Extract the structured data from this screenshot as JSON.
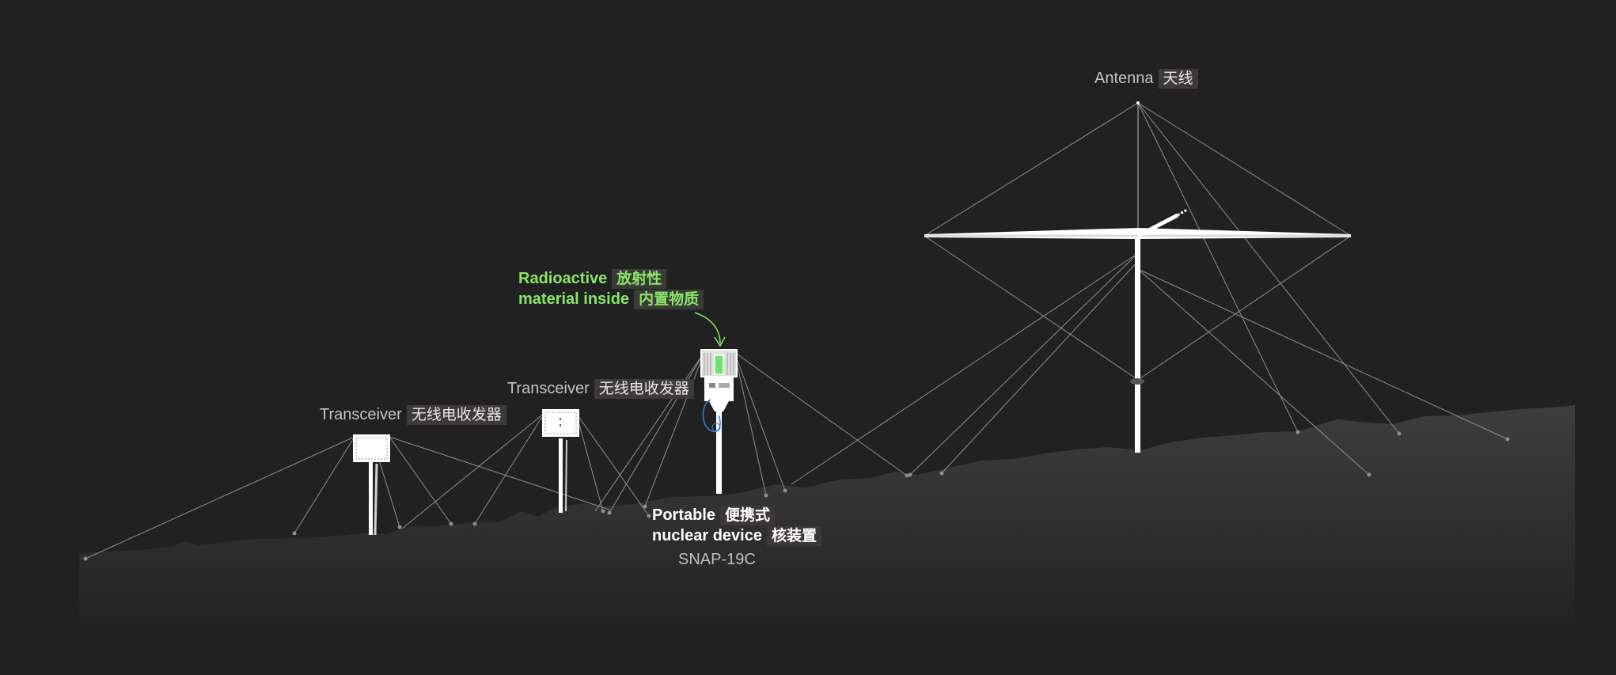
{
  "labels": {
    "antenna": {
      "en": "Antenna",
      "zh": "天线"
    },
    "transceiver_left": {
      "en": "Transceiver",
      "zh": "无线电收发器"
    },
    "transceiver_mid": {
      "en": "Transceiver",
      "zh": "无线电收发器"
    },
    "radioactive": {
      "line1_en": "Radioactive",
      "line1_zh": "放射性",
      "line2_en": "material inside",
      "line2_zh": "内置物质"
    },
    "portable": {
      "line1_en": "Portable",
      "line1_zh": "便携式",
      "line2_en": "nuclear device",
      "line2_zh": "核装置"
    },
    "model": "SNAP-19C"
  },
  "colors": {
    "background": "#212121",
    "ground": "#3a3a3a",
    "accent_green": "#8ae66a",
    "wire": "#9a9a9a",
    "structure": "#ffffff",
    "cable_blue": "#3d7fd6"
  }
}
